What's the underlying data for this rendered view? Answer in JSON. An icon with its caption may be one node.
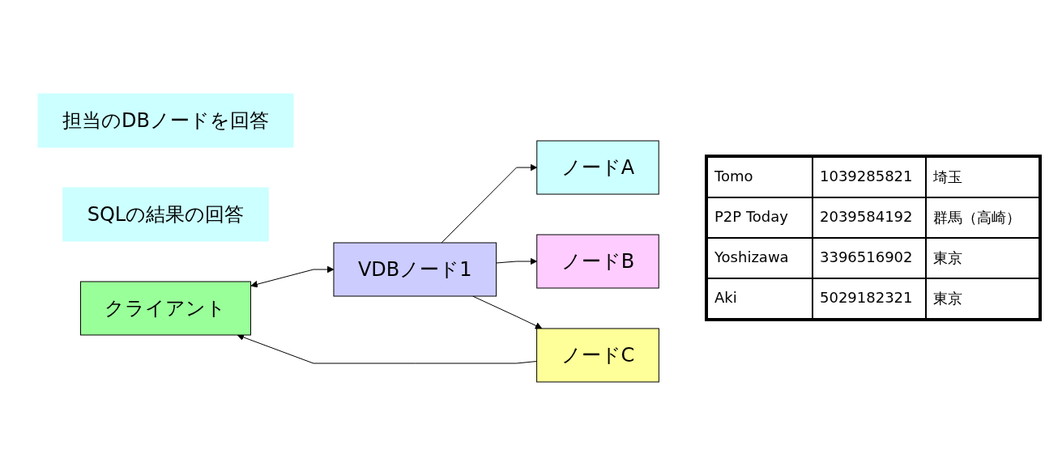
{
  "diagram": {
    "nodes": [
      {
        "text": [
          "クライアント"
        ]
      },
      {
        "text": [
          "VDBノード1"
        ]
      },
      {
        "text": [
          "ノードA"
        ]
      },
      {
        "text": [
          "担当のDBノードを回答"
        ]
      },
      {
        "text": [
          "ノードB"
        ]
      },
      {
        "text": [
          "SQLの結果の回答"
        ]
      },
      {
        "text": [
          "ノードC"
        ]
      }
    ],
    "edges": [
      {
        "from": 0,
        "to": 1,
        "arrow": "both"
      },
      {
        "from": 1,
        "to": 2,
        "arrow": "to"
      },
      {
        "from": 1,
        "to": 4,
        "arrow": "to"
      },
      {
        "from": 1,
        "to": 6,
        "arrow": "to"
      },
      {
        "from": 6,
        "to": 0,
        "arrow": "to"
      }
    ],
    "labels": [
      "Tomo",
      "1039285821",
      "埼玉",
      "P2P Today",
      "2039584192",
      "群馬（高崎）",
      "Yoshizawa",
      "3396516902",
      "東京",
      "Aki",
      "5029182321",
      "東京"
    ]
  }
}
